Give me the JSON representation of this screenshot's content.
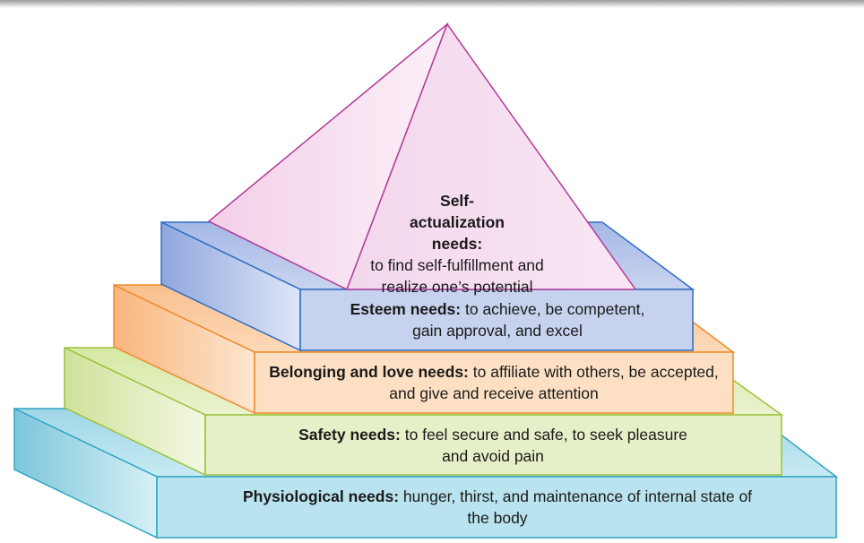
{
  "levels": {
    "self_actualization": {
      "title": "Self-actualization needs:",
      "text": "to find self-fulfillment and realize one’s potential"
    },
    "esteem": {
      "title": "Esteem needs:",
      "text": "to achieve, be competent, gain approval, and excel"
    },
    "belonging": {
      "title": "Belonging and love needs:",
      "text": "to affiliate with others, be accepted, and give and receive attention"
    },
    "safety": {
      "title": "Safety needs:",
      "text": "to feel secure and safe, to seek pleasure and avoid pain"
    },
    "physiological": {
      "title": "Physiological needs:",
      "text": "hunger, thirst, and maintenance of internal state of the body"
    }
  },
  "colors": {
    "physiological_fill": "#b9e3ee",
    "physiological_stroke": "#2ea5c4",
    "safety_fill": "#e6f0c8",
    "safety_stroke": "#9cc23c",
    "belonging_fill": "#fde0c4",
    "belonging_stroke": "#ef8a2b",
    "esteem_fill": "#c6d2ee",
    "esteem_stroke": "#2f6cc3",
    "pyramid_fill": "#f6e1f0",
    "pyramid_stroke": "#b23b9a"
  }
}
